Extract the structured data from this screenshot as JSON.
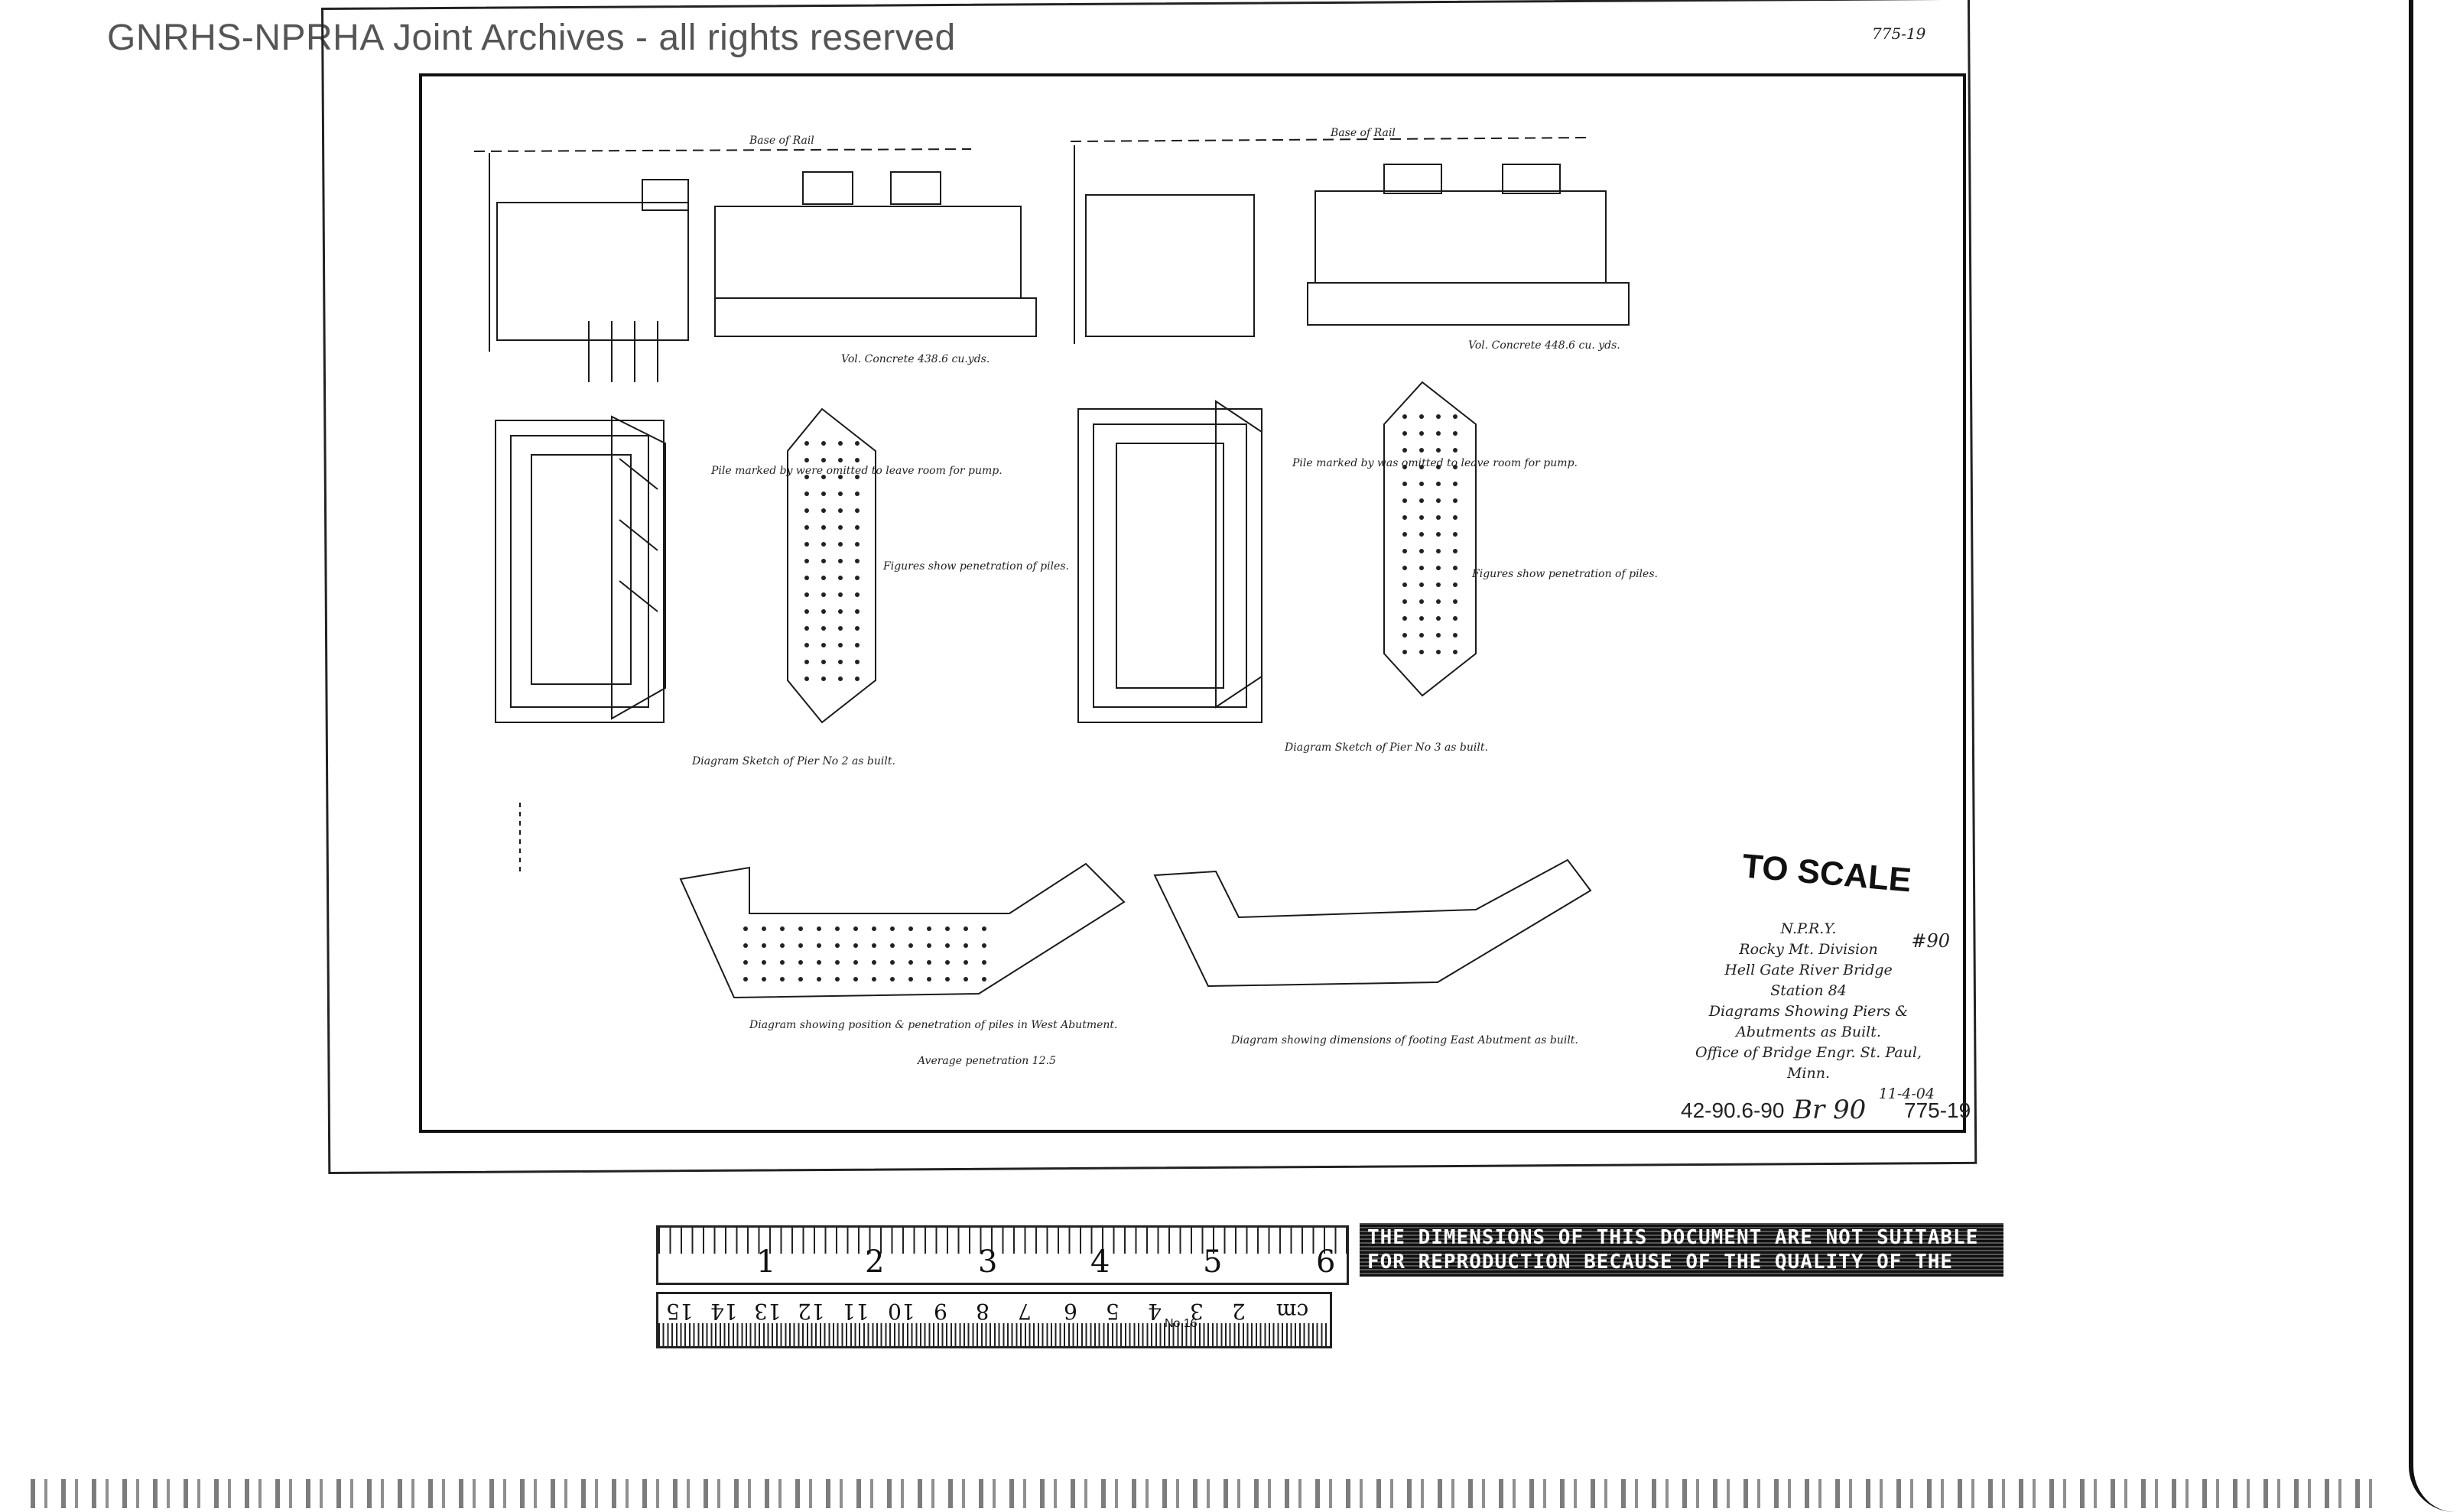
{
  "watermark": "GNRHS-NPRHA Joint Archives - all rights reserved",
  "drawing_ref_top": "775-19",
  "views": {
    "pier2_elevation_label": "Base of Rail",
    "pier2_volume": "Vol. Concrete 438.6 cu.yds.",
    "pier3_elevation_label": "Base of Rail",
    "pier3_volume": "Vol. Concrete 448.6 cu. yds.",
    "pier2_piles_note": "Pile marked by were omitted to leave room for pump.",
    "pier3_piles_note": "Pile marked by was omitted to leave room for pump.",
    "figures_note_2": "Figures show penetration of piles.",
    "figures_note_3": "Figures show penetration of piles.",
    "pier2_caption": "Diagram Sketch of Pier No 2 as built.",
    "pier3_caption": "Diagram Sketch of Pier No 3 as built.",
    "west_abutment_caption": "Diagram showing position & penetration of piles in West Abutment.",
    "average_penetration": "Average penetration 12.5",
    "east_abutment_caption": "Diagram showing dimensions of footing East Abutment as built."
  },
  "scale_note": "TO SCALE",
  "title_block": {
    "line1": "N.P.R.Y.",
    "line2": "Rocky Mt. Division",
    "number": "#90",
    "line3": "Hell Gate River Bridge",
    "line4": "Station 84",
    "line5": "Diagrams Showing Piers &",
    "line6": "Abutments as Built.",
    "line7": "Office of Bridge Engr. St. Paul, Minn.",
    "date": "11-4-04"
  },
  "bottom_refs": {
    "code": "42-90.6-90",
    "bridge": "Br 90",
    "sheet": "775-19"
  },
  "ruler_inches": [
    "1",
    "2",
    "3",
    "4",
    "5",
    "6"
  ],
  "ruler_cm": [
    "cm",
    "2",
    "3",
    "4",
    "5",
    "6",
    "7",
    "8",
    "9",
    "10",
    "11",
    "12",
    "13",
    "14",
    "15"
  ],
  "ruler_maker": "No.16",
  "notice": "THE DIMENSIONS OF THIS DOCUMENT ARE NOT SUITABLE FOR REPRODUCTION BECAUSE OF THE QUALITY OF THE ORIGINAL."
}
